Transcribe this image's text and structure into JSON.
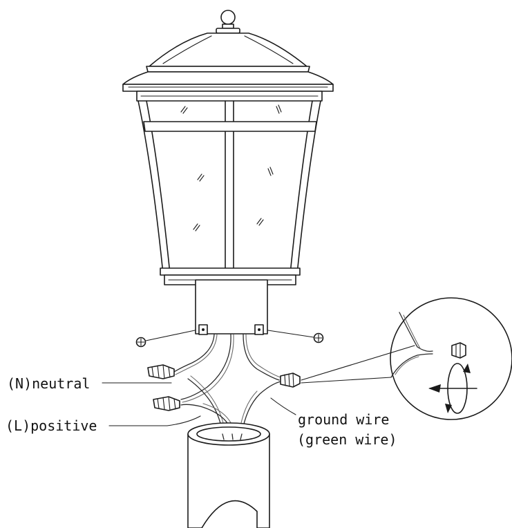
{
  "labels": {
    "neutral": "(N)neutral",
    "positive": "(L)positive",
    "ground_line1": "ground wire",
    "ground_line2": "(green wire)"
  }
}
